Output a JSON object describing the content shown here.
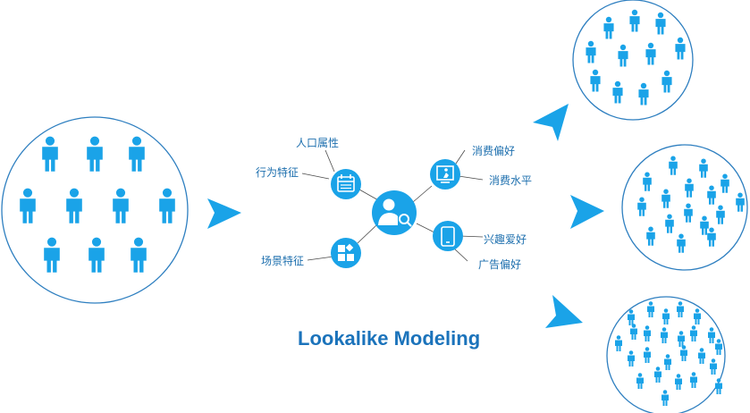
{
  "colors": {
    "accent": "#1aa3e8",
    "circle_stroke": "#2e7fc0",
    "title": "#1b73bb",
    "line": "#4a4a4a"
  },
  "diagram": {
    "title": "Lookalike Modeling",
    "features": {
      "demographics": "人口属性",
      "behavior": "行为特征",
      "scenario": "场景特征",
      "consumption_pref": "消费偏好",
      "consumption_level": "消费水平",
      "interests": "兴趣爱好",
      "ad_pref": "广告偏好"
    },
    "icons": {
      "center": "user-search-icon",
      "top_left": "calendar-icon",
      "bottom_left": "grid-icon",
      "top_right": "shopping-icon",
      "bottom_right": "mobile-phone-icon"
    },
    "audiences": {
      "seed": "seed-audience",
      "expanded": [
        "expanded-audience-1",
        "expanded-audience-2",
        "expanded-audience-3"
      ]
    }
  }
}
